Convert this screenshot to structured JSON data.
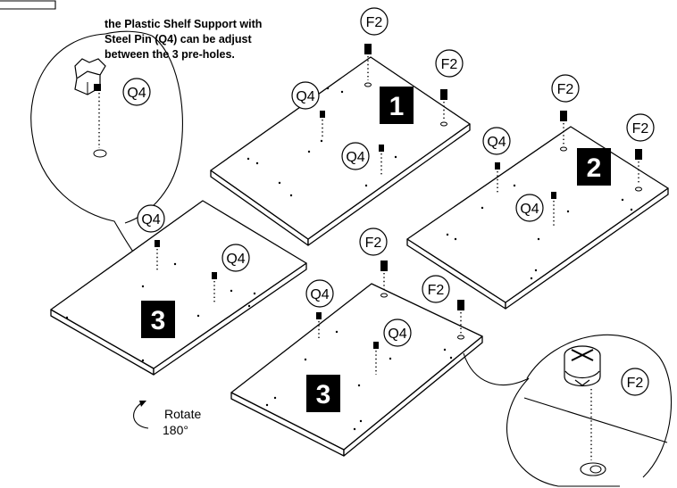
{
  "labels": {
    "f2": "F2",
    "q4": "Q4",
    "step1": "1",
    "step2": "2",
    "step3": "3"
  },
  "note": {
    "line1": "the Plastic Shelf Support with",
    "line2": "Steel Pin (Q4) can be adjust",
    "line3": "between the 3 pre-holes."
  },
  "rotate": {
    "line1": "Rotate",
    "line2": "180°"
  },
  "colors": {
    "ink": "#000000",
    "paper": "#ffffff"
  }
}
